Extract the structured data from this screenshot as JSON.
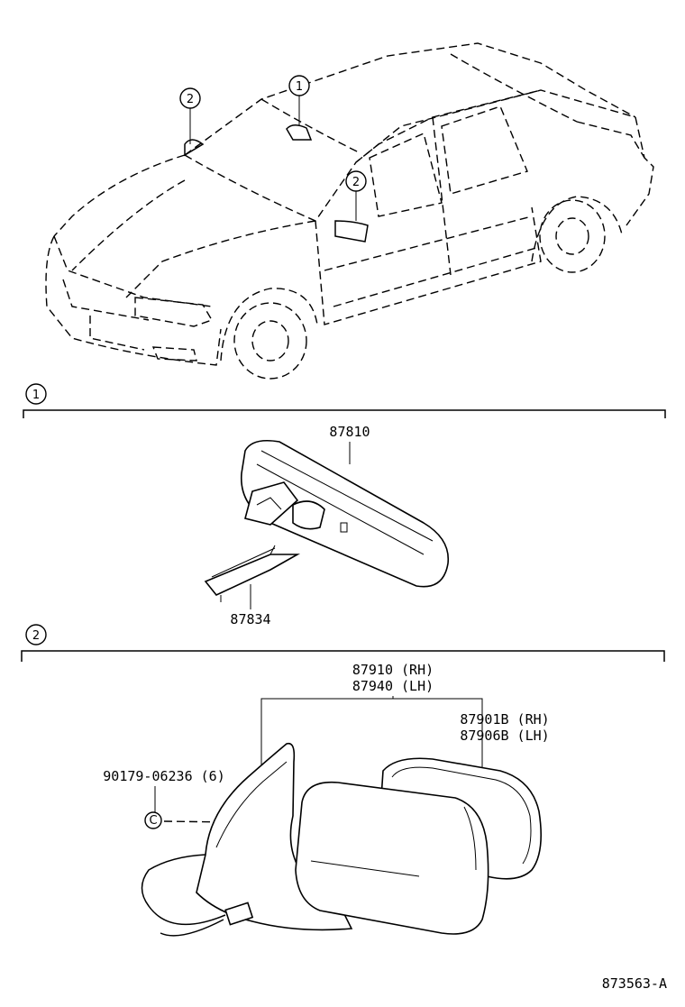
{
  "callouts": {
    "one": "1",
    "two": "2"
  },
  "sections": [
    {
      "id": "1",
      "parts": [
        {
          "number": "87810"
        },
        {
          "number": "87834"
        }
      ]
    },
    {
      "id": "2",
      "parts": [
        {
          "number": "87910 (RH)"
        },
        {
          "number": "87940 (LH)"
        },
        {
          "number": "87901B (RH)"
        },
        {
          "number": "87906B (LH)"
        },
        {
          "number": "90179-06236 (6)"
        }
      ],
      "fastener_marker": "C"
    }
  ],
  "diagram_code": "873563-A"
}
